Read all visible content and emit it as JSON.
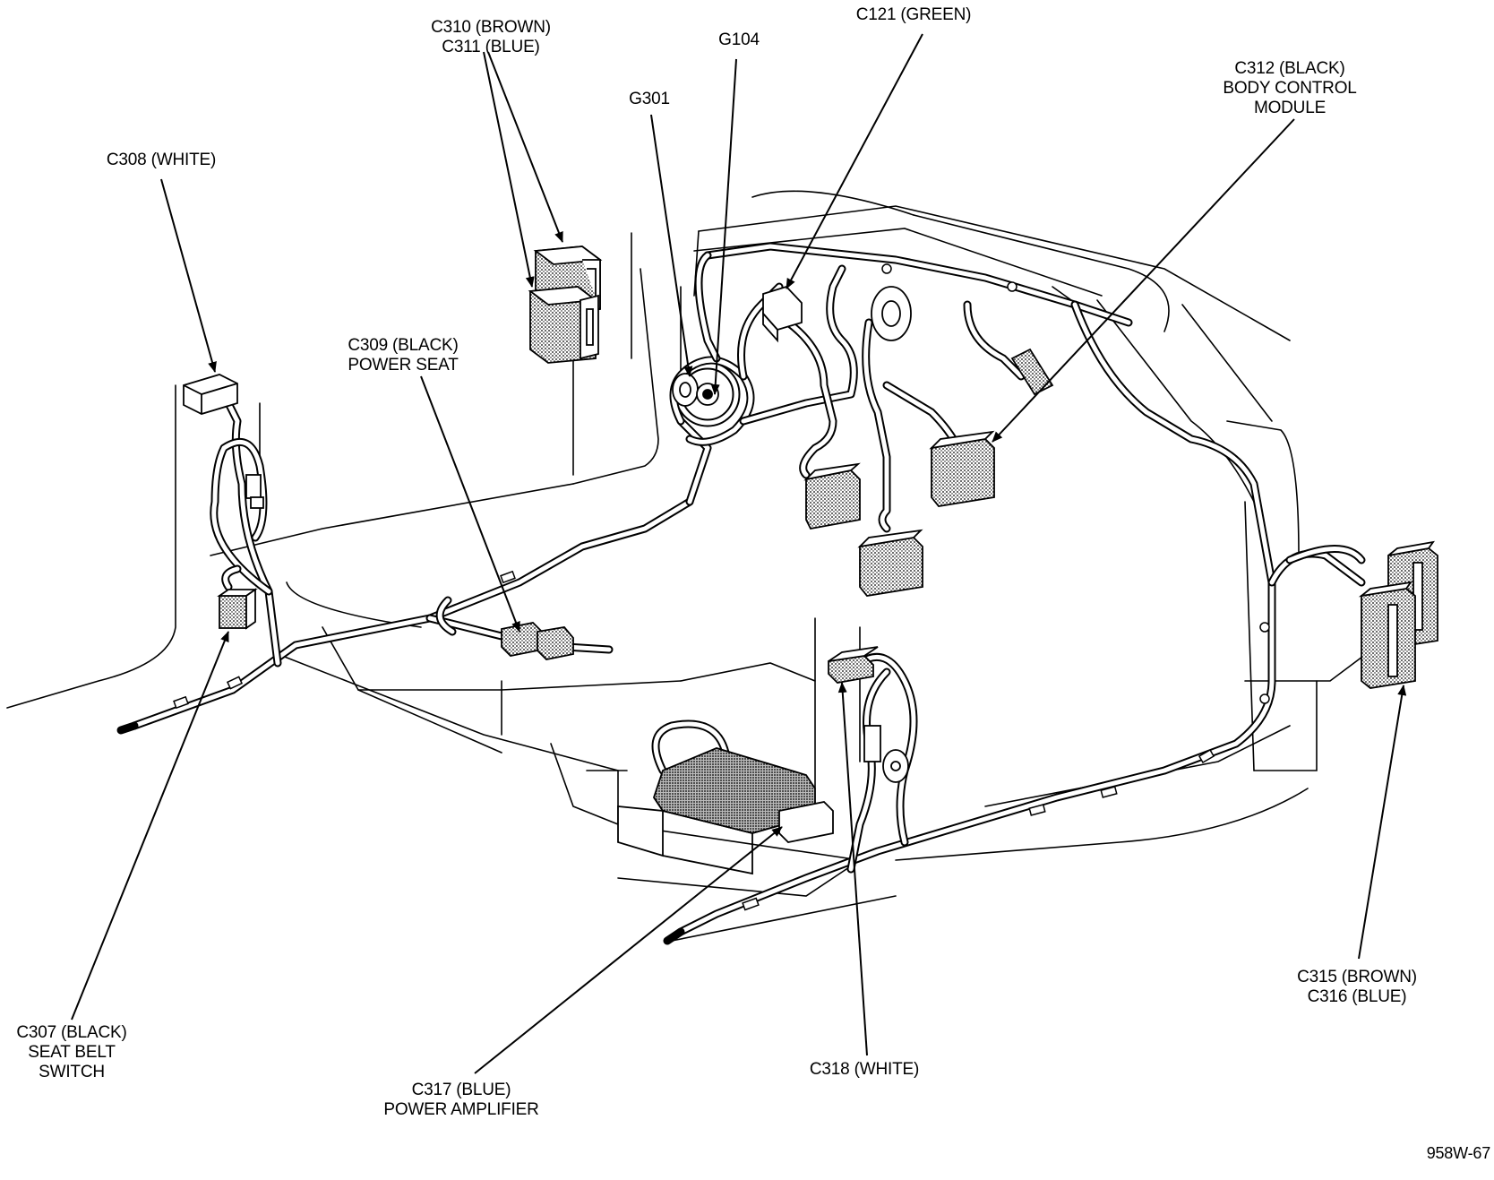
{
  "labels": {
    "c310_c311": [
      "C310 (BROWN)",
      "C311 (BLUE)"
    ],
    "g104": [
      "G104"
    ],
    "c121": [
      "C121 (GREEN)"
    ],
    "c312": [
      "C312 (BLACK)",
      "BODY CONTROL",
      "MODULE"
    ],
    "g301": [
      "G301"
    ],
    "c308": [
      "C308 (WHITE)"
    ],
    "c309": [
      "C309 (BLACK)",
      "POWER SEAT"
    ],
    "c315_c316": [
      "C315 (BROWN)",
      "C316 (BLUE)"
    ],
    "c307": [
      "C307 (BLACK)",
      "SEAT BELT",
      "SWITCH"
    ],
    "c317": [
      "C317 (BLUE)",
      "POWER AMPLIFIER"
    ],
    "c318": [
      "C318 (WHITE)"
    ]
  },
  "figure_id": "958W-67"
}
